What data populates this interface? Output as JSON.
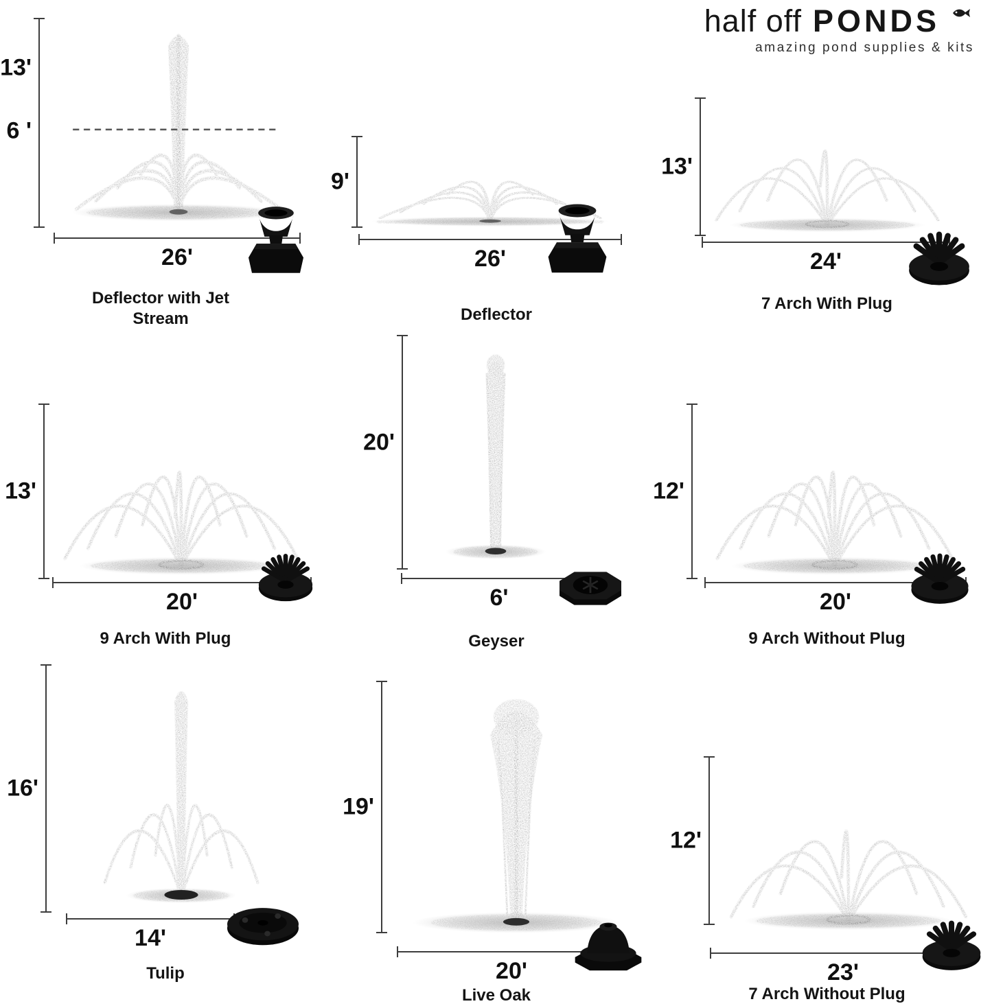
{
  "logo": {
    "brand_light": "half off",
    "brand_bold": "PONDS",
    "tagline": "amazing pond supplies & kits",
    "fish_icon": "fish-icon"
  },
  "lines_color": "#3d3d3d",
  "spray_color": "#a9a9a9",
  "cells": [
    {
      "id": "deflector-with-jet-stream",
      "name": "Deflector with Jet Stream",
      "height": "13'",
      "height_secondary": "6 '",
      "width": "26'",
      "nozzle_icon": "deflector-nozzle"
    },
    {
      "id": "deflector",
      "name": "Deflector",
      "height": "9'",
      "width": "26'",
      "nozzle_icon": "deflector-nozzle"
    },
    {
      "id": "7-arch-with-plug",
      "name": "7 Arch With Plug",
      "height": "13'",
      "width": "24'",
      "nozzle_icon": "7-prong-nozzle"
    },
    {
      "id": "9-arch-with-plug",
      "name": "9 Arch With Plug",
      "height": "13'",
      "width": "20'",
      "nozzle_icon": "9-prong-nozzle"
    },
    {
      "id": "geyser",
      "name": "Geyser",
      "height": "20'",
      "width": "6'",
      "nozzle_icon": "geyser-nozzle"
    },
    {
      "id": "9-arch-without-plug",
      "name": "9 Arch Without Plug",
      "height": "12'",
      "width": "20'",
      "nozzle_icon": "9-prong-nozzle"
    },
    {
      "id": "tulip",
      "name": "Tulip",
      "height": "16'",
      "width": "14'",
      "nozzle_icon": "tulip-nozzle"
    },
    {
      "id": "live-oak",
      "name": "Live Oak",
      "height": "19'",
      "width": "20'",
      "nozzle_icon": "live-oak-nozzle"
    },
    {
      "id": "7-arch-without-plug",
      "name": "7 Arch Without Plug",
      "height": "12'",
      "width": "23'",
      "nozzle_icon": "7-prong-nozzle"
    }
  ]
}
